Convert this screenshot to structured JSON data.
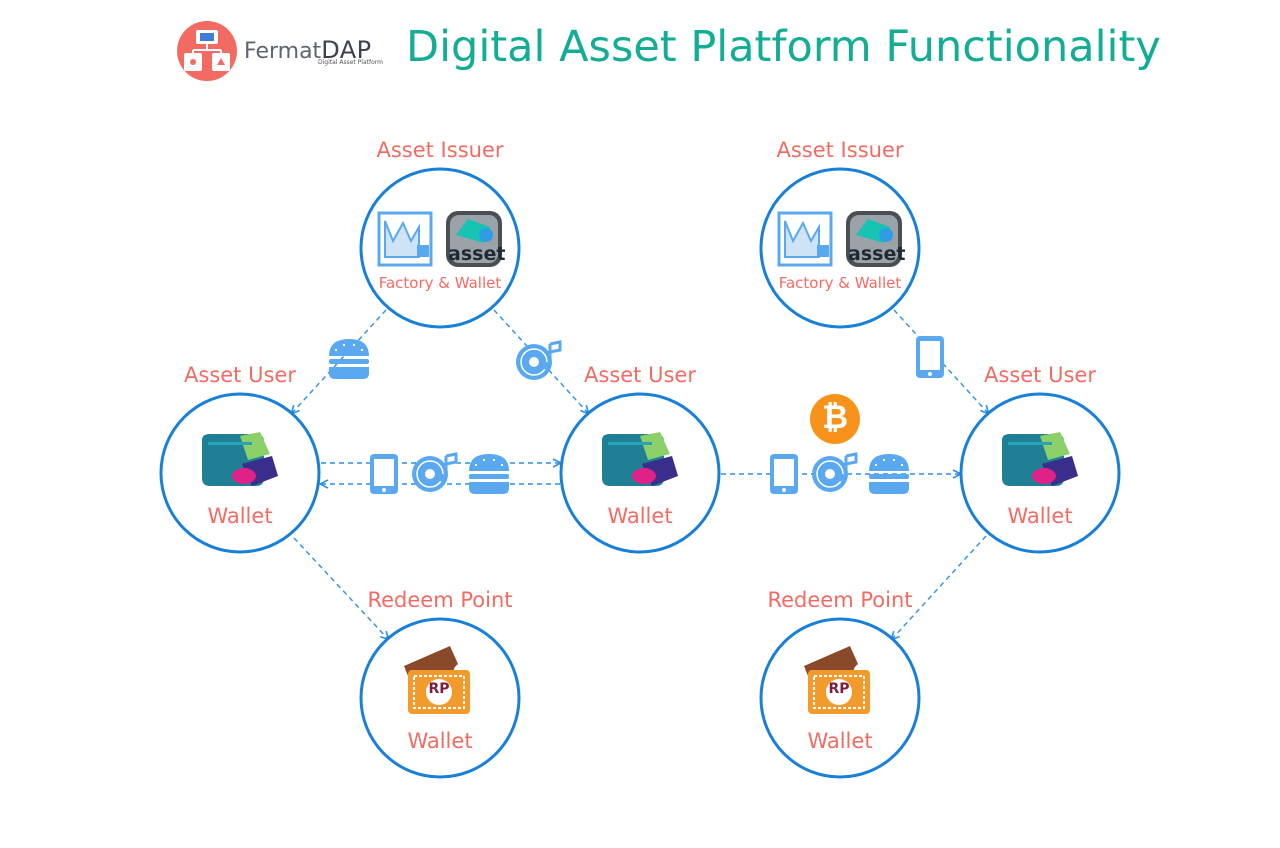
{
  "header": {
    "brand_prefix": "Fermat",
    "brand_suffix": "DAP",
    "brand_tagline": "Digital Asset Platform",
    "title": "Digital Asset Platform Functionality"
  },
  "nodes": {
    "issuer_left": {
      "title": "Asset Issuer",
      "caption": "Factory & Wallet"
    },
    "issuer_right": {
      "title": "Asset Issuer",
      "caption": "Factory & Wallet"
    },
    "user_left": {
      "title": "Asset User",
      "caption": "Wallet"
    },
    "user_mid": {
      "title": "Asset User",
      "caption": "Wallet"
    },
    "user_right": {
      "title": "Asset User",
      "caption": "Wallet"
    },
    "redeem_left": {
      "title": "Redeem Point",
      "caption": "Wallet"
    },
    "redeem_right": {
      "title": "Redeem Point",
      "caption": "Wallet"
    }
  },
  "icons": {
    "asset_badge_text": "asset",
    "redeem_badge_text": "RP",
    "bitcoin_symbol": "₿"
  },
  "colors": {
    "accent_title": "#13ad93",
    "label": "#f26b63",
    "circle": "#1a7fd6",
    "connector": "#2d8fe6",
    "icon_fill": "#5aa8f0",
    "bitcoin": "#f7931a",
    "logo": "#f26b63"
  }
}
